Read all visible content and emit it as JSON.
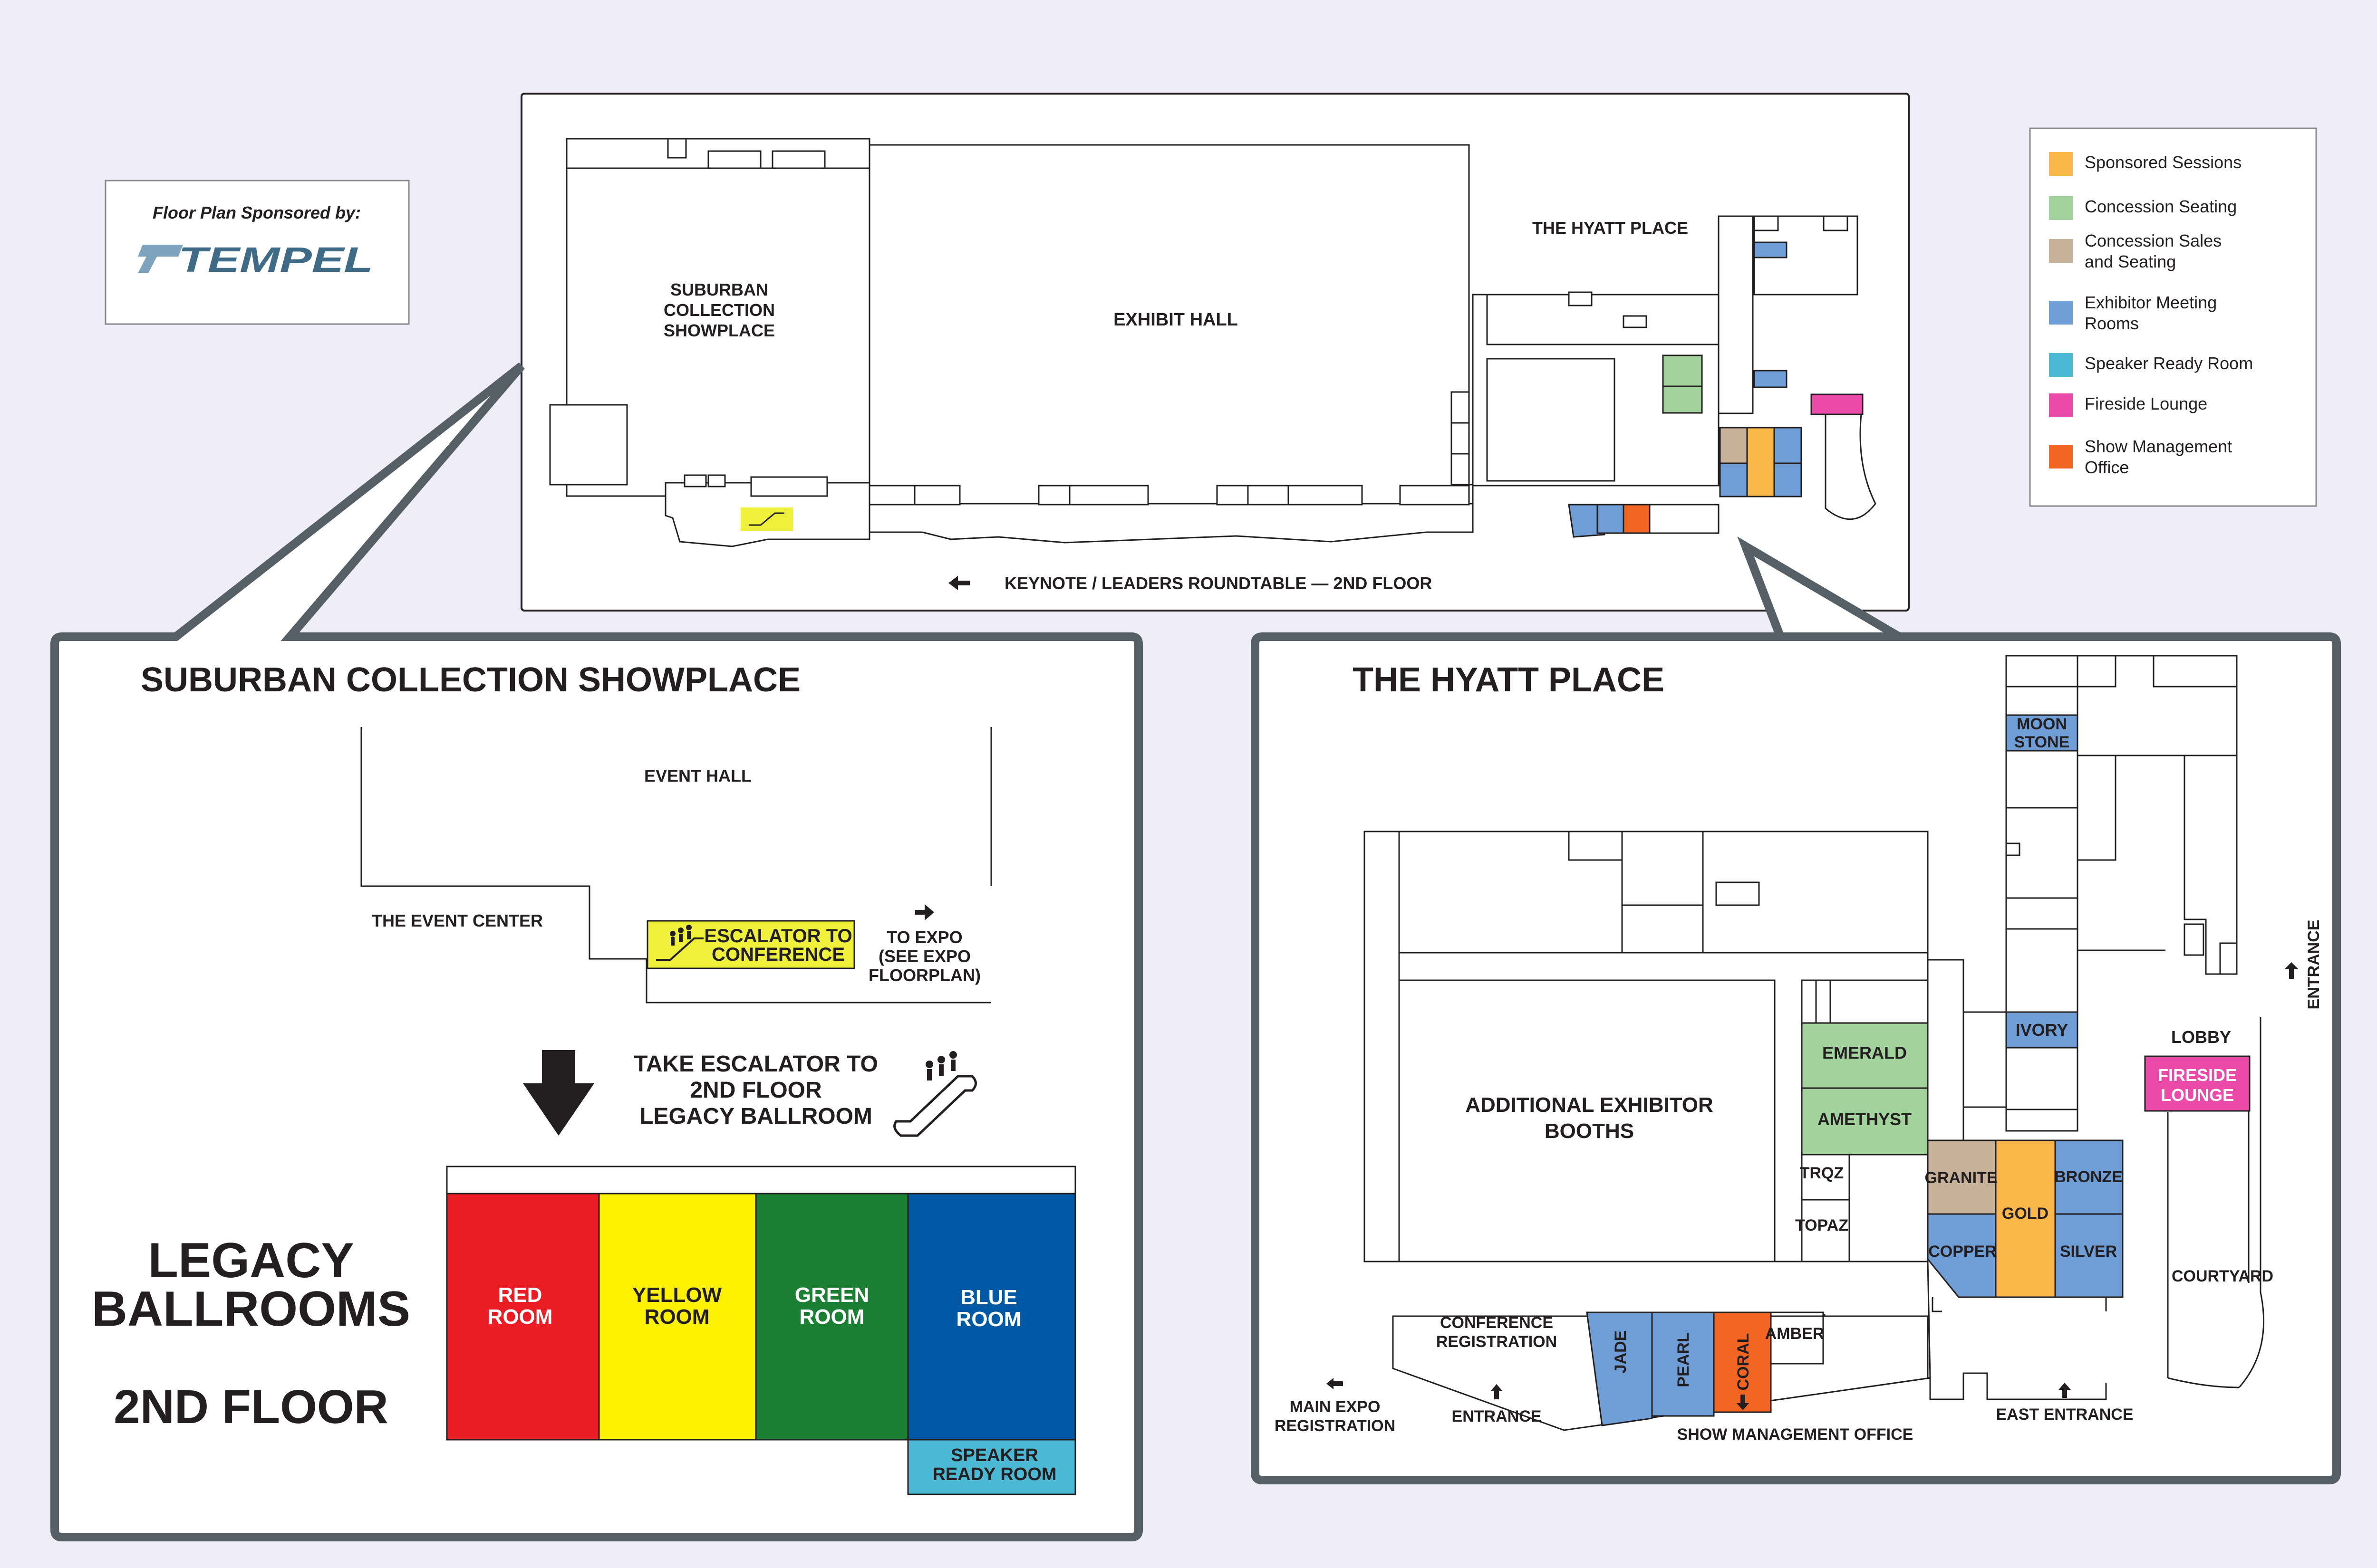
{
  "colors": {
    "sponsored": "#fbb749",
    "concession_seating": "#a3d39c",
    "concession_sales": "#c7b299",
    "exhibitor_room": "#6f9ed6",
    "speaker_ready": "#4bb8d4",
    "fireside": "#ec4aa9",
    "show_management": "#f26522",
    "escalator": "#eef03a",
    "red_room": "#ec1c24",
    "yellow_room": "#fff200",
    "green_room": "#1b7f33",
    "blue_room": "#0059a4",
    "panel_border": "#565e66",
    "tempel_logo": "#3f6b87"
  },
  "sponsor": {
    "caption": "Floor Plan Sponsored by:",
    "logo_text": "TEMPEL"
  },
  "legend": {
    "items": [
      {
        "key": "sponsored",
        "lines": [
          "Sponsored Sessions"
        ]
      },
      {
        "key": "concession_seating",
        "lines": [
          "Concession Seating"
        ]
      },
      {
        "key": "concession_sales",
        "lines": [
          "Concession Sales",
          "and Seating"
        ]
      },
      {
        "key": "exhibitor_room",
        "lines": [
          "Exhibitor Meeting",
          "Rooms"
        ]
      },
      {
        "key": "speaker_ready",
        "lines": [
          "Speaker Ready Room"
        ]
      },
      {
        "key": "fireside",
        "lines": [
          "Fireside Lounge"
        ]
      },
      {
        "key": "show_management",
        "lines": [
          "Show Management",
          "Office"
        ]
      }
    ]
  },
  "overview": {
    "showplace_lines": [
      "SUBURBAN",
      "COLLECTION",
      "SHOWPLACE"
    ],
    "exhibit_hall": "EXHIBIT HALL",
    "hyatt_place": "THE HYATT PLACE",
    "keynote": "KEYNOTE / LEADERS ROUNDTABLE — 2ND FLOOR"
  },
  "showplace_panel": {
    "title": "SUBURBAN COLLECTION SHOWPLACE",
    "event_hall": "EVENT HALL",
    "event_center": "THE EVENT CENTER",
    "escalator_lines": [
      "ESCALATOR TO",
      "CONFERENCE"
    ],
    "to_expo_lines": [
      "TO EXPO",
      "(SEE EXPO",
      "FLOORPLAN)"
    ],
    "take_escalator_lines": [
      "TAKE ESCALATOR TO",
      "2ND FLOOR",
      "LEGACY BALLROOM"
    ],
    "legacy_lines": [
      "LEGACY",
      "BALLROOMS"
    ],
    "floor": "2ND FLOOR",
    "rooms": [
      {
        "key": "red_room",
        "lines": [
          "RED",
          "ROOM"
        ]
      },
      {
        "key": "yellow_room",
        "lines": [
          "YELLOW",
          "ROOM"
        ]
      },
      {
        "key": "green_room",
        "lines": [
          "GREEN",
          "ROOM"
        ]
      },
      {
        "key": "blue_room",
        "lines": [
          "BLUE",
          "ROOM"
        ]
      }
    ],
    "speaker_ready_lines": [
      "SPEAKER",
      "READY ROOM"
    ]
  },
  "hyatt_panel": {
    "title": "THE HYATT PLACE",
    "moonstone_lines": [
      "MOON",
      "STONE"
    ],
    "ivory": "IVORY",
    "lobby": "LOBBY",
    "fireside_lines": [
      "FIRESIDE",
      "LOUNGE"
    ],
    "entrance_side": "ENTRANCE",
    "additional_lines": [
      "ADDITIONAL EXHIBITOR",
      "BOOTHS"
    ],
    "emerald": "EMERALD",
    "amethyst": "AMETHYST",
    "trqz": "TRQZ",
    "topaz": "TOPAZ",
    "granite": "GRANITE",
    "gold": "GOLD",
    "bronze": "BRONZE",
    "copper": "COPPER",
    "silver": "SILVER",
    "courtyard": "COURTYARD",
    "conference_reg_lines": [
      "CONFERENCE",
      "REGISTRATION"
    ],
    "main_expo_lines": [
      "MAIN EXPO",
      "REGISTRATION"
    ],
    "entrance": "ENTRANCE",
    "jade": "JADE",
    "pearl": "PEARL",
    "coral": "CORAL",
    "amber": "AMBER",
    "show_mgmt": "SHOW MANAGEMENT OFFICE",
    "east_entrance": "EAST ENTRANCE"
  }
}
